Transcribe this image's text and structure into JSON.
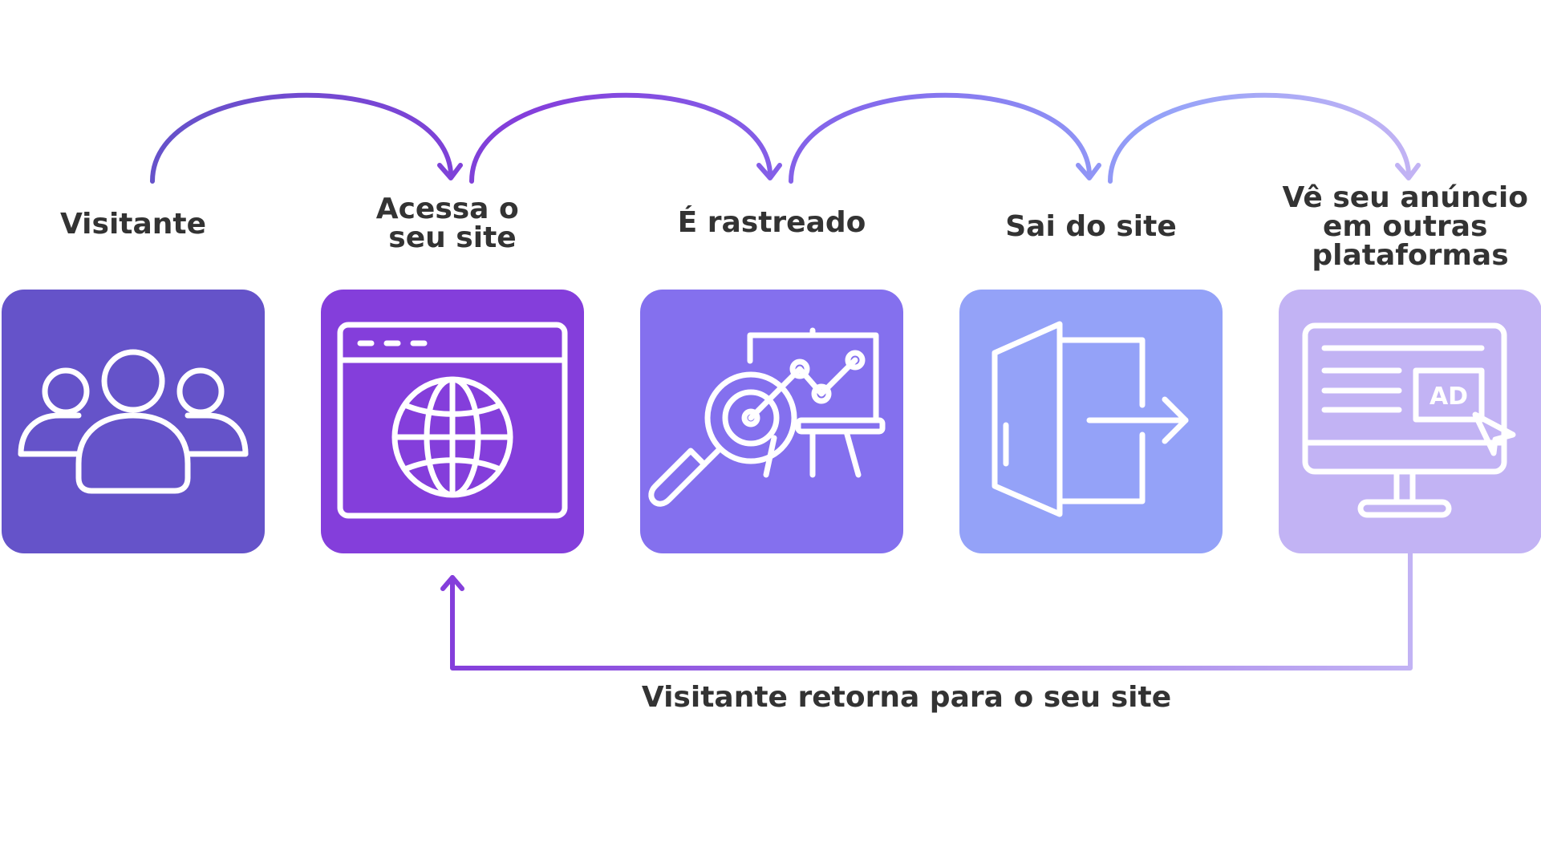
{
  "steps": [
    {
      "label_lines": [
        "Visitante"
      ],
      "icon": "people-group-icon",
      "color": "#6553C9"
    },
    {
      "label_lines": [
        "Acessa o",
        "seu site"
      ],
      "icon": "browser-globe-icon",
      "color": "#843EDB"
    },
    {
      "label_lines": [
        "É rastreado"
      ],
      "icon": "analytics-magnifier-icon",
      "color": "#8470EE"
    },
    {
      "label_lines": [
        "Sai do site"
      ],
      "icon": "exit-door-icon",
      "color": "#94A2F8"
    },
    {
      "label_lines": [
        "Vê seu anúncio",
        "em outras",
        "plataformas"
      ],
      "icon": "ad-monitor-icon",
      "color": "#C2B3F4"
    }
  ],
  "return_flow": {
    "label": "Visitante retorna para o seu site",
    "from_step": 5,
    "to_step": 2
  },
  "ad_badge": "AD",
  "colors": {
    "text": "#333333",
    "icon_stroke": "#ffffff",
    "arrow_gradient": [
      "#6553C9",
      "#843EDB",
      "#8470EE",
      "#94A2F8",
      "#C2B3F4"
    ]
  }
}
